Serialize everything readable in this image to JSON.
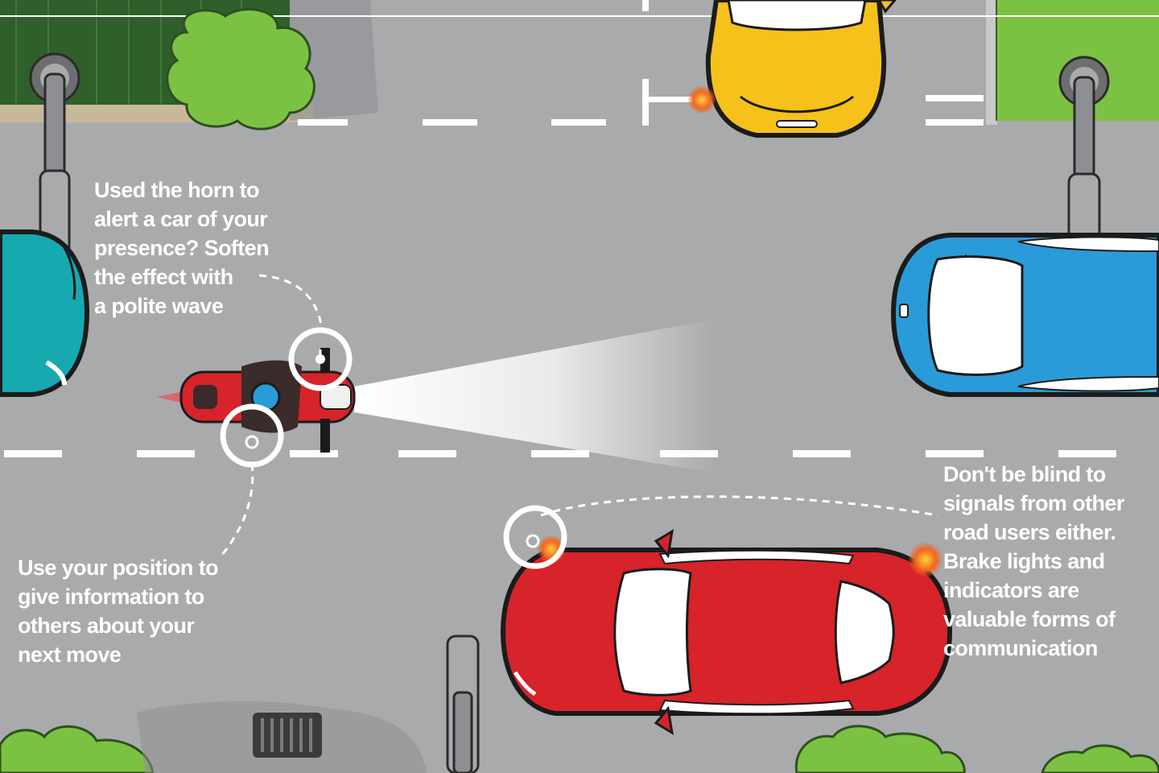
{
  "callouts": {
    "horn": "Used the horn to\nalert a car of your\npresence? Soften\nthe effect with\na polite wave",
    "position": "Use your position to\ngive information to\nothers about your\nnext move",
    "signals": "Don't be blind to\nsignals from other\nroad users either.\nBrake lights and\nindicators are\nvaluable forms of\ncommunication"
  },
  "colors": {
    "road": "#a9aaac",
    "lane_marking": "#ffffff",
    "grass": "#7cc242",
    "hedge_dark": "#2f5f2a",
    "car_yellow": "#f7c11b",
    "car_blue": "#2a9bd9",
    "car_teal": "#16a9b0",
    "car_red": "#d7232a",
    "motorbike": "#d7232a",
    "indicator": "#f26522"
  }
}
